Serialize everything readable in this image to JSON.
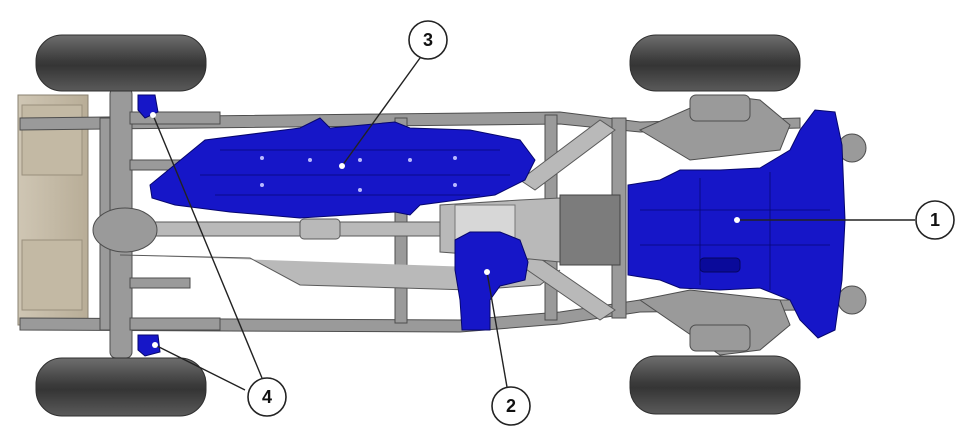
{
  "diagram": {
    "colors": {
      "highlight": "#1616c8",
      "frame": "#9a9a9a",
      "tire": "#4a4a4a",
      "background": "#ffffff"
    },
    "callouts": [
      {
        "id": "1",
        "label": "1"
      },
      {
        "id": "2",
        "label": "2"
      },
      {
        "id": "3",
        "label": "3"
      },
      {
        "id": "4",
        "label": "4"
      }
    ]
  }
}
